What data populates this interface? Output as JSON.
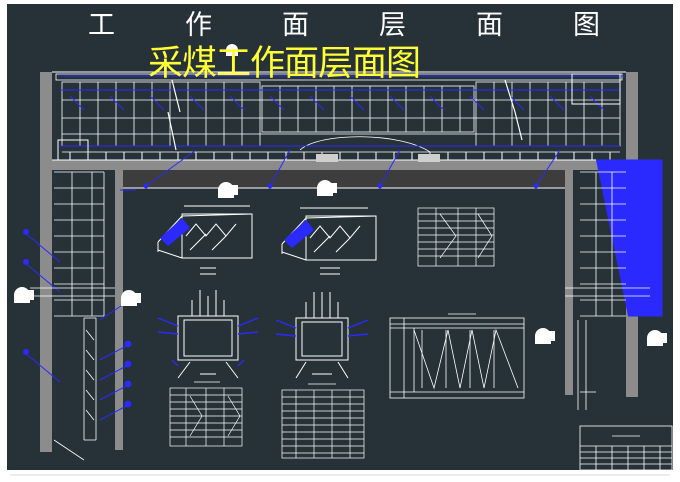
{
  "header": {
    "title_chars": [
      "工",
      "作",
      "面",
      "层",
      "面",
      "图"
    ]
  },
  "overlay_title": "采煤工作面层面图",
  "colors": {
    "background": "#263238",
    "page": "#ffffff",
    "line": "#ffffff",
    "accent_blue": "#2a2aff",
    "gray_fill": "#8c8c8c",
    "overlay_text": "#ffff33"
  },
  "icons": [
    "coal-seam-symbol-icon"
  ]
}
